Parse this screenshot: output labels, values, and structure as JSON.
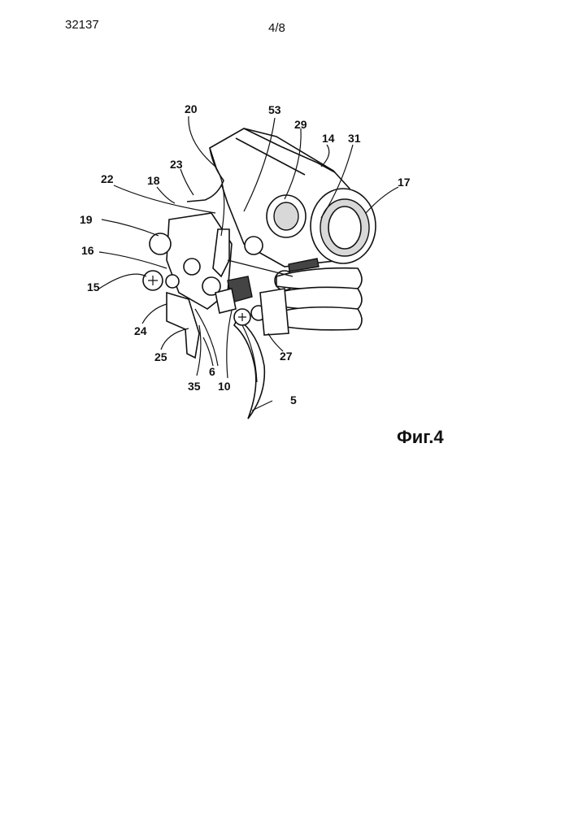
{
  "header": {
    "doc_number": "32137",
    "page_number": "4/8"
  },
  "figure": {
    "caption": "Фиг.4",
    "labels": {
      "l20": "20",
      "l53": "53",
      "l29": "29",
      "l14": "14",
      "l31": "31",
      "l23": "23",
      "l18": "18",
      "l22": "22",
      "l17": "17",
      "l19": "19",
      "l16": "16",
      "l15": "15",
      "l24": "24",
      "l25": "25",
      "l35": "35",
      "l6": "6",
      "l10": "10",
      "l27": "27",
      "l5": "5"
    }
  }
}
